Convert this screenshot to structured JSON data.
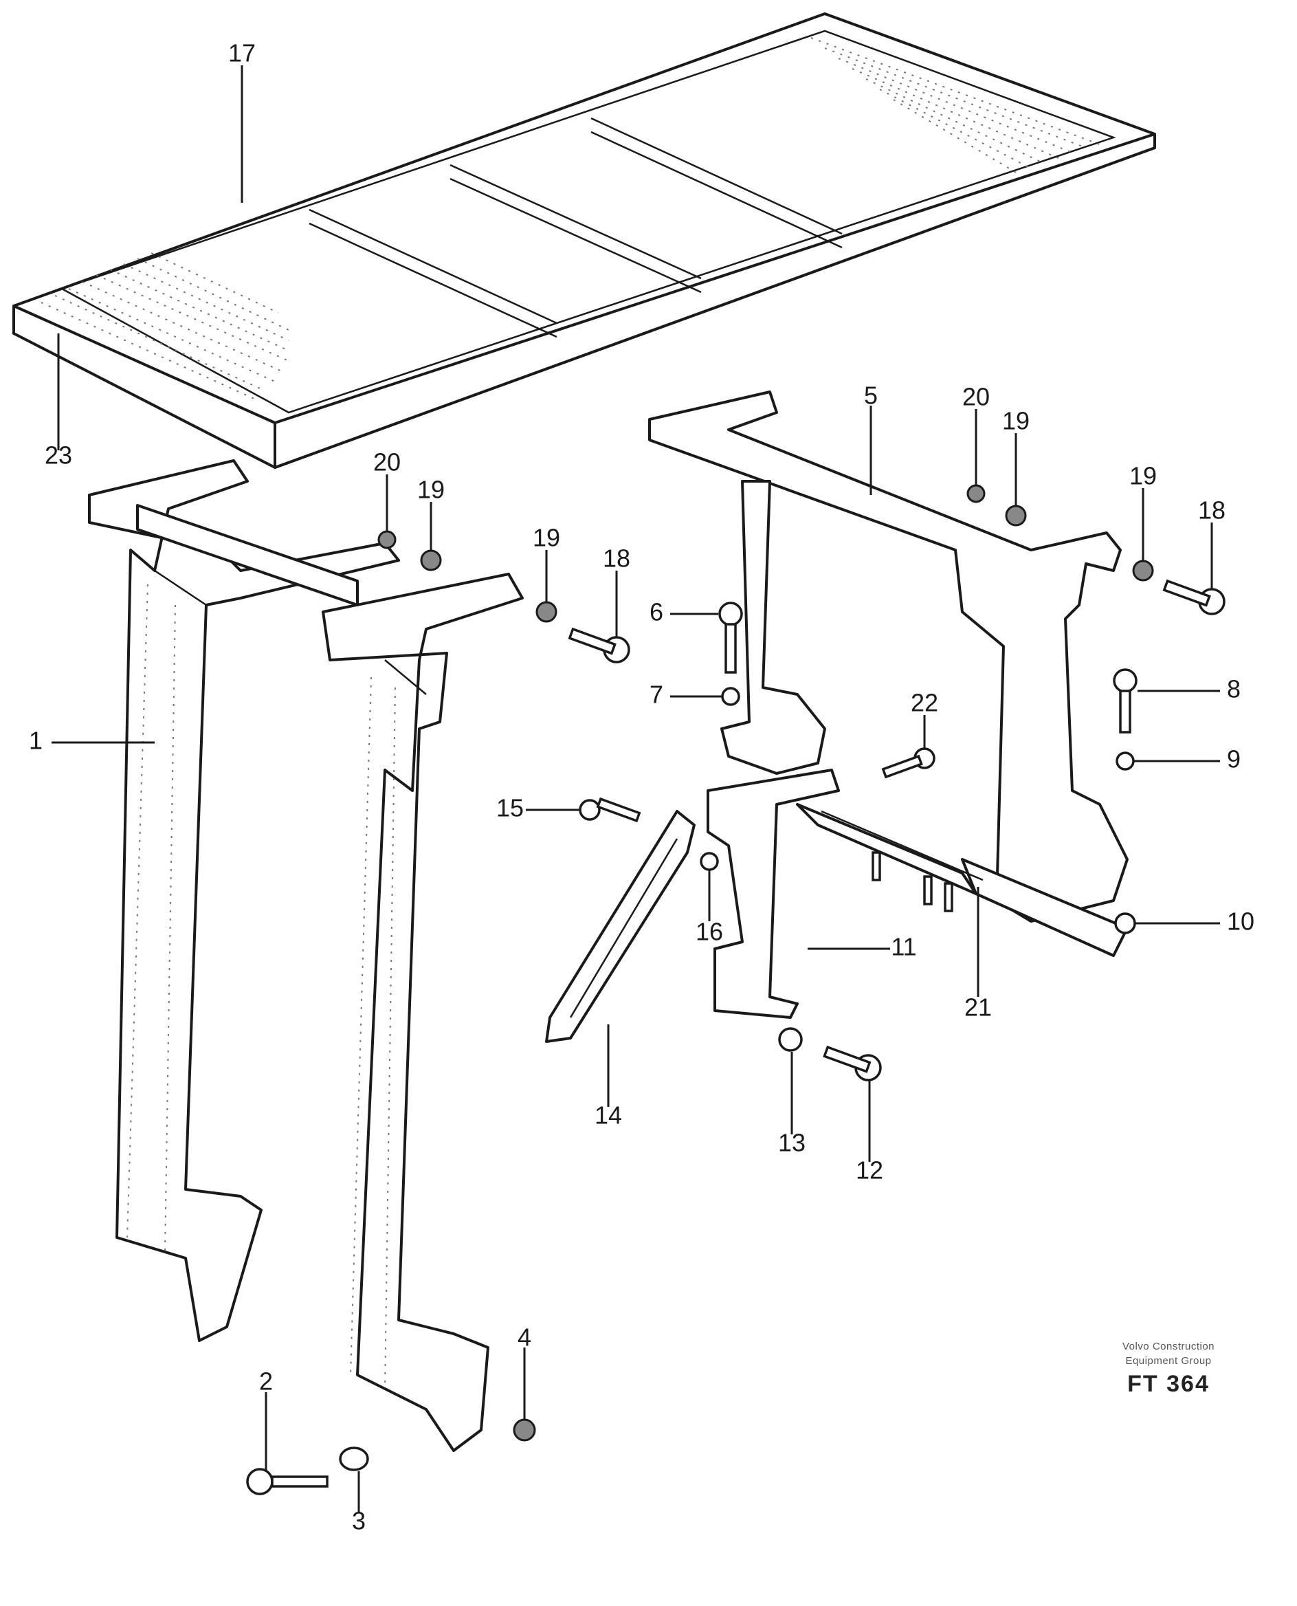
{
  "callouts": {
    "c1": "1",
    "c2": "2",
    "c3": "3",
    "c4": "4",
    "c5": "5",
    "c6": "6",
    "c7": "7",
    "c8": "8",
    "c9": "9",
    "c10": "10",
    "c11": "11",
    "c12": "12",
    "c13": "13",
    "c14": "14",
    "c15": "15",
    "c16": "16",
    "c17": "17",
    "c18a": "18",
    "c18b": "18",
    "c19a": "19",
    "c19b": "19",
    "c19c": "19",
    "c19d": "19",
    "c20a": "20",
    "c20b": "20",
    "c21": "21",
    "c22": "22",
    "c23": "23"
  },
  "reference": {
    "line1": "Volvo Construction",
    "line2": "Equipment Group",
    "code": "FT 364"
  }
}
